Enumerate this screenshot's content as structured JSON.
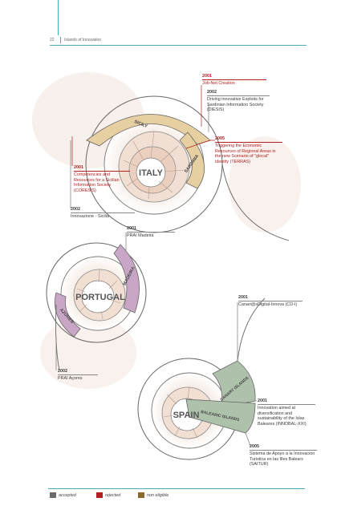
{
  "header": {
    "page_number": "22",
    "title": "Islands of Innovation"
  },
  "colors": {
    "accent": "#4aa8b8",
    "accepted": "#6b6b6b",
    "rejected": "#b32020",
    "non_eligible": "#8a6a2a",
    "band_tan": "#e6cfa0",
    "band_mauve": "#c9a6c6",
    "band_green": "#aec2ab"
  },
  "regions": {
    "italy": {
      "name": "ITALY",
      "islands": [
        "SICILY",
        "SARDINIA"
      ]
    },
    "portugal": {
      "name": "PORTUGAL",
      "islands": [
        "MADEIRA",
        "AZORES"
      ]
    },
    "spain": {
      "name": "SPAIN",
      "islands": [
        "CANARY ISLANDS",
        "BALEARIC ISLANDS"
      ]
    }
  },
  "projects": {
    "job_net": {
      "year": "2001",
      "text": "Job-Net Creation"
    },
    "diesis": {
      "year": "2002",
      "text": "Driving innovative Exploits for Sardinian Information Society (DIESIS)"
    },
    "terras": {
      "year": "2005",
      "text": "Triggering the Economic Resources of Regional Areas in the new Scenario of \"glocal\" identity (TERRAS)"
    },
    "coresis": {
      "year": "2001",
      "text": "Competencies and Resources for a Sicilian Information Society (CORESIS)"
    },
    "sicilia": {
      "year": "2002",
      "text": "Innovazione - Sicilia"
    },
    "madeira": {
      "year": "2001",
      "text": "PRAI Madeira"
    },
    "acores": {
      "year": "2002",
      "text": "PRAI Açores"
    },
    "canarias": {
      "year": "2001",
      "text": "Canari@sDigital-Innova (CD-I)"
    },
    "innobal": {
      "year": "2001",
      "text": "Innovation aimed at diversification and sustainability of the Islas Baleares (INNOBAL-XXI)"
    },
    "saitur": {
      "year": "2005",
      "text": "Sistema de Apoyo a la Innovacion Turistica en las Illes Balears (SAITUR)"
    }
  },
  "legend": {
    "accepted": "accepted",
    "rejected": "rejected",
    "non_eligible": "non eligible"
  }
}
